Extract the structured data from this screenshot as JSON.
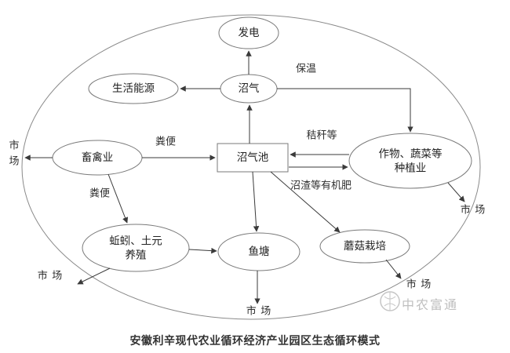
{
  "title": "安徽利辛现代农业循环经济产业园区生态循环模式",
  "watermark": "中农富通",
  "nodes": {
    "power_gen": "发电",
    "biogas": "沼气",
    "living_energy": "生活能源",
    "digester": "沼气池",
    "livestock": "畜禽业",
    "planting_line1": "作物、蔬菜等",
    "planting_line2": "种植业",
    "earthworm_line1": "蚯蚓、土元",
    "earthworm_line2": "养殖",
    "fishpond": "鱼塘",
    "mushroom": "蘑菇栽培"
  },
  "edge_labels": {
    "insulation": "保温",
    "manure_top": "粪便",
    "straw": "秸秆等",
    "residue_fertilizer": "沼渣等有机肥",
    "manure_bottom": "粪便"
  },
  "markets": {
    "left": "市场",
    "right": "市 场",
    "bottom_left": "市 场",
    "bottom_center": "市 场",
    "bottom_right": "市 场"
  }
}
